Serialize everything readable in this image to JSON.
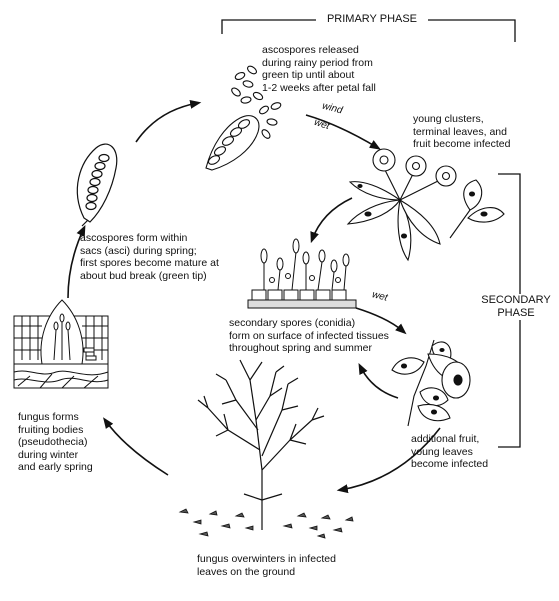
{
  "phases": {
    "primary": "PRIMARY PHASE",
    "secondary": [
      "SECONDARY",
      "PHASE"
    ]
  },
  "stages": {
    "ascospores_released": [
      "ascospores released",
      "during rainy period from",
      "green tip until about",
      "1-2 weeks after petal fall"
    ],
    "young_clusters": [
      "young clusters,",
      "terminal leaves, and",
      "fruit become infected"
    ],
    "ascospores_form": [
      "ascospores form within",
      "sacs (asci) during spring;",
      "first spores become mature at",
      "about bud break (green tip)"
    ],
    "secondary_spores": [
      "secondary spores (conidia)",
      "form on surface of infected tissues",
      "throughout spring and summer"
    ],
    "fruiting_bodies": [
      "fungus forms",
      "fruiting bodies",
      "(pseudothecia)",
      "during winter",
      "and early spring"
    ],
    "additional_fruit": [
      "additional fruit,",
      "young leaves",
      "become infected"
    ],
    "overwinters": [
      "fungus overwinters in infected",
      "leaves on the ground"
    ]
  },
  "arrow_labels": {
    "wind": "wind",
    "wet_top": "wet",
    "wet_mid": "wet"
  }
}
